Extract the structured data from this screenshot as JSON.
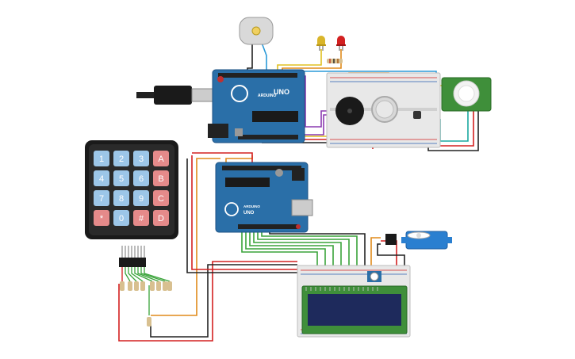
{
  "arduino_top": {
    "brand": "ARDUINO",
    "model": "UNO"
  },
  "arduino_bottom": {
    "brand": "ARDUINO",
    "model": "UNO"
  },
  "keypad": {
    "keys": [
      [
        "1",
        "2",
        "3",
        "A"
      ],
      [
        "4",
        "5",
        "6",
        "B"
      ],
      [
        "7",
        "8",
        "9",
        "C"
      ],
      [
        "*",
        "0",
        "#",
        "D"
      ]
    ]
  },
  "colors": {
    "arduino_blue": "#2a6fa8",
    "breadboard": "#e8e8e8",
    "lcd_screen": "#1e2a5c",
    "lcd_green": "#3f8f3a",
    "key_blue": "#9cc6e8",
    "key_red": "#e58a8a",
    "wire_red": "#d32020",
    "wire_black": "#222222",
    "wire_green": "#3aa33a",
    "wire_orange": "#e08a1a",
    "wire_yellow": "#e0c020",
    "wire_purple": "#8a3ab0",
    "wire_blue": "#2a9ad8"
  }
}
